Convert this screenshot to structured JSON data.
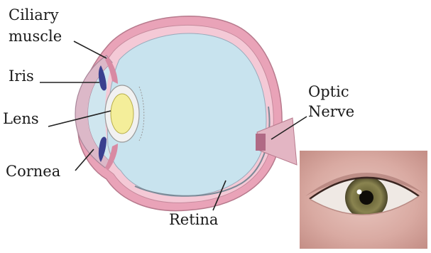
{
  "labels": {
    "ciliary_line1": "Ciliary",
    "ciliary_line2": "muscle",
    "iris": "Iris",
    "lens": "Lens",
    "cornea": "Cornea",
    "retina": "Retina",
    "optic_line1": "Optic",
    "optic_line2": "Nerve"
  },
  "colors": {
    "sclera": "#e9a3b8",
    "sclera_inner": "#f4c9d6",
    "vitreous": "#c8e3ee",
    "iris": "#3a3f8f",
    "lens": "#f4ee9a",
    "nerve": "#c98aa0",
    "leader_line": "#222222"
  }
}
